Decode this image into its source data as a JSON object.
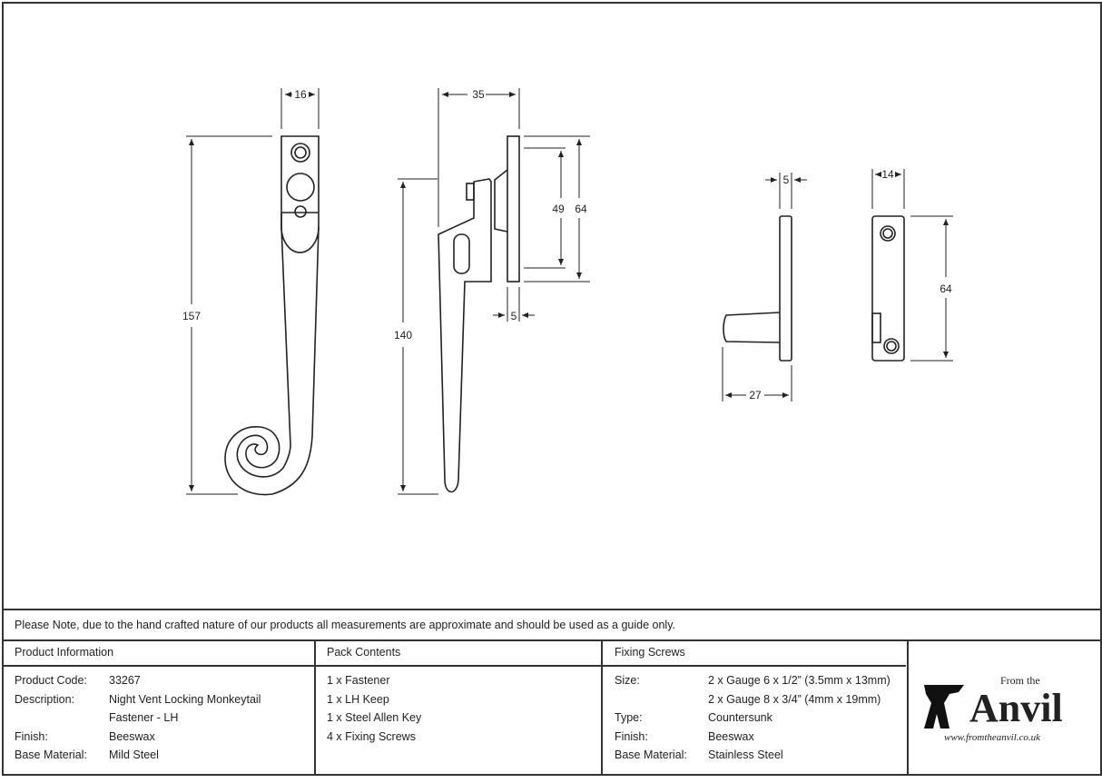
{
  "drawing": {
    "front_view": {
      "width": "16",
      "height": "157"
    },
    "side_view": {
      "depth": "35",
      "height": "140",
      "plate_inner": "49",
      "plate_outer": "64",
      "plate_thickness": "5"
    },
    "keep_side": {
      "thickness": "5",
      "depth": "27"
    },
    "keep_front": {
      "width": "14",
      "height": "64"
    }
  },
  "note": "Please Note, due to the hand crafted nature of our products all measurements are approximate and should be used as a guide only.",
  "product_info": {
    "heading": "Product Information",
    "rows": [
      {
        "label": "Product Code:",
        "value": "33267"
      },
      {
        "label": "Description:",
        "value": "Night Vent Locking Monkeytail"
      },
      {
        "label": "",
        "value": "Fastener - LH"
      },
      {
        "label": "Finish:",
        "value": "Beeswax"
      },
      {
        "label": "Base Material:",
        "value": "Mild Steel"
      }
    ]
  },
  "pack_contents": {
    "heading": "Pack Contents",
    "items": [
      "1 x Fastener",
      "1 x LH Keep",
      "1 x Steel Allen Key",
      "4 x Fixing Screws"
    ]
  },
  "fixing_screws": {
    "heading": "Fixing Screws",
    "rows": [
      {
        "label": "Size:",
        "value": "2 x Gauge 6 x 1/2” (3.5mm x 13mm)"
      },
      {
        "label": "",
        "value": "2 x Gauge 8 x 3/4” (4mm x 19mm)"
      },
      {
        "label": "Type:",
        "value": "Countersunk"
      },
      {
        "label": "Finish:",
        "value": "Beeswax"
      },
      {
        "label": "Base Material:",
        "value": "Stainless Steel"
      }
    ]
  },
  "logo": {
    "small": "From the",
    "big": "Anvil",
    "url": "www.fromtheanvil.co.uk"
  }
}
